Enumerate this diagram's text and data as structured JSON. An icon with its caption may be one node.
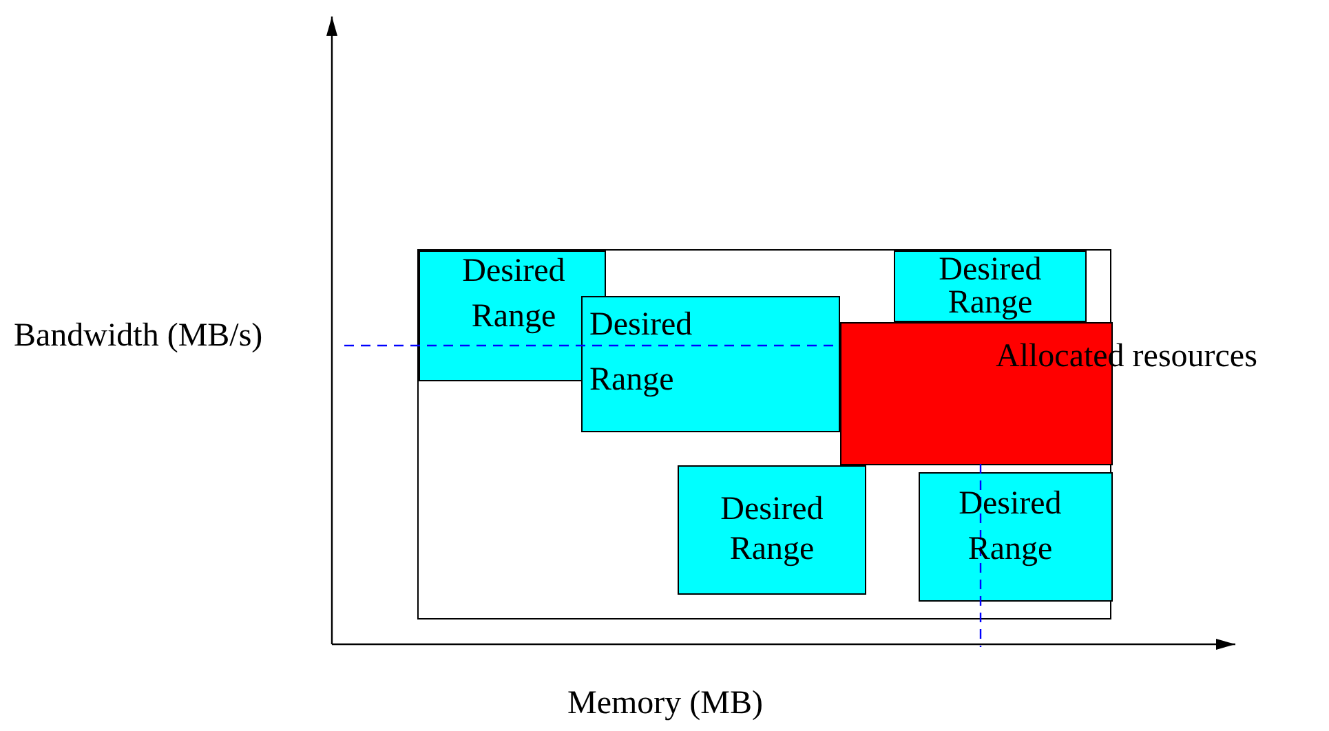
{
  "diagram": {
    "nodes": [
      {
        "text": [],
        "shape": "box"
      },
      {
        "text": [
          "Desired Range"
        ],
        "in": 0
      },
      {
        "text": [
          "Desired Range"
        ],
        "in": 0
      },
      {
        "text": [
          "Desired Range"
        ],
        "in": 0
      },
      {
        "text": [
          "Allocated resources"
        ],
        "in": 0
      },
      {
        "text": [
          "Desired Range"
        ],
        "in": 0
      },
      {
        "text": [
          "Desired Range"
        ],
        "in": 0
      }
    ],
    "labels": [
      "Bandwidth (MB/s)",
      "Memory (MB)"
    ]
  }
}
